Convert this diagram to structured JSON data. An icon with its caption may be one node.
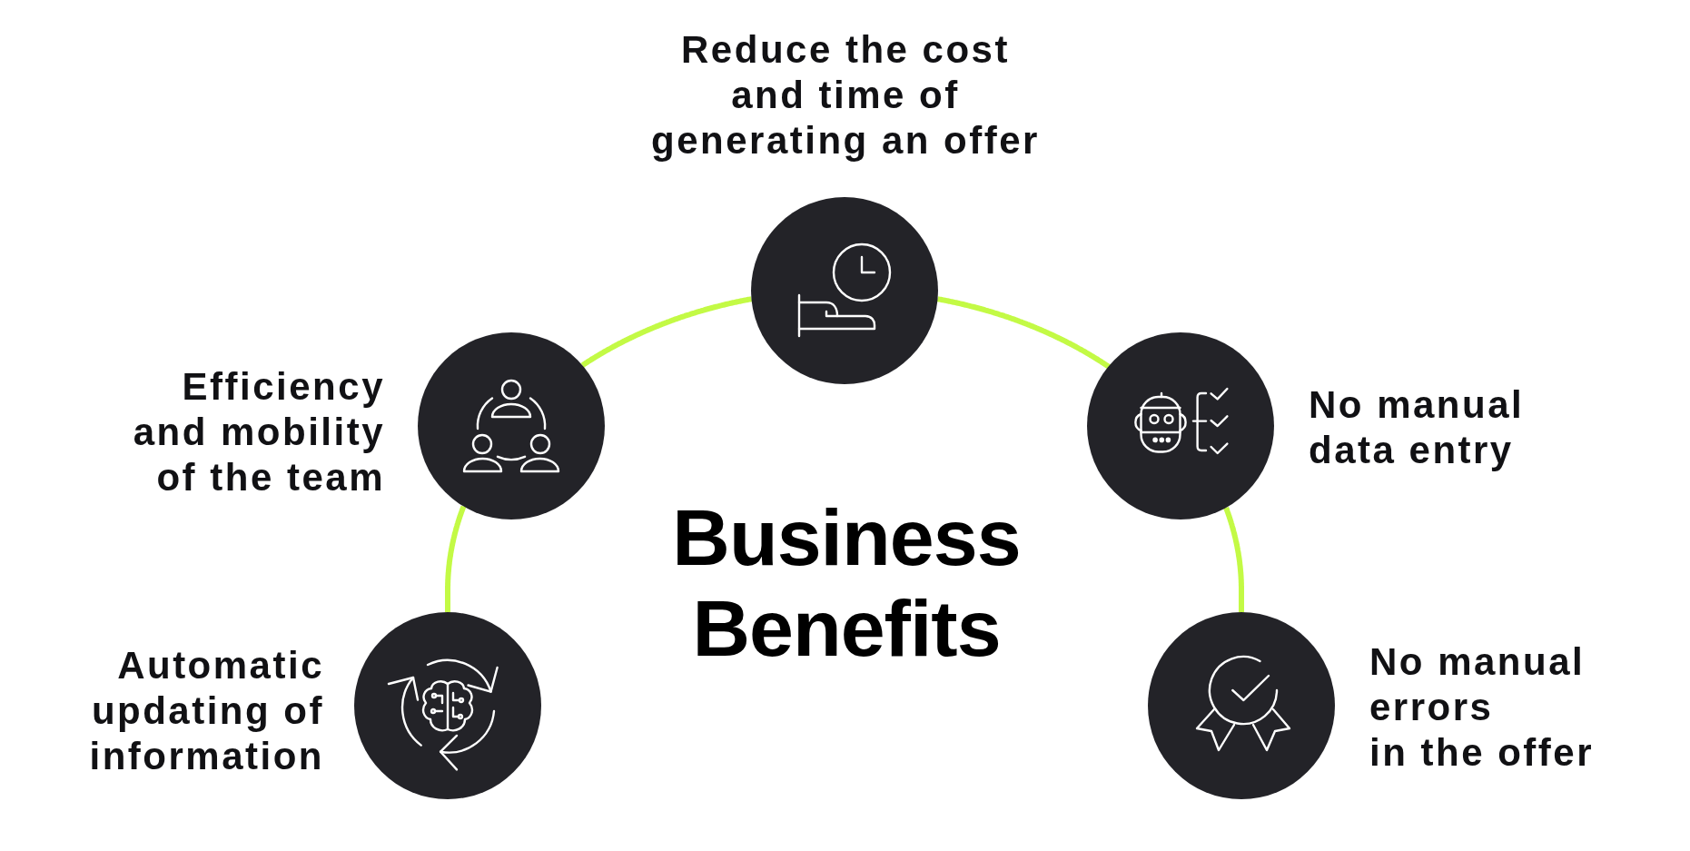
{
  "diagram": {
    "title": "Business Benefits",
    "nodes": [
      {
        "text": [],
        "shape": "circle",
        "beside": [
          "Reduce the cost and time of generating an offer"
        ]
      },
      {
        "text": [],
        "shape": "circle",
        "beside": [
          "Efficiency and mobility of the team"
        ]
      },
      {
        "text": [],
        "shape": "circle",
        "beside": [
          "No manual data entry"
        ]
      },
      {
        "text": [],
        "shape": "circle",
        "beside": [
          "Automatic updating of information"
        ]
      },
      {
        "text": [],
        "shape": "circle",
        "beside": [
          "No manual errors in the offer"
        ]
      }
    ],
    "edges": [
      {
        "from": 3,
        "to": 1,
        "arrow": "none"
      },
      {
        "from": 1,
        "to": 0,
        "arrow": "none"
      },
      {
        "from": 0,
        "to": 2,
        "arrow": "none"
      },
      {
        "from": 2,
        "to": 4,
        "arrow": "none"
      }
    ]
  }
}
